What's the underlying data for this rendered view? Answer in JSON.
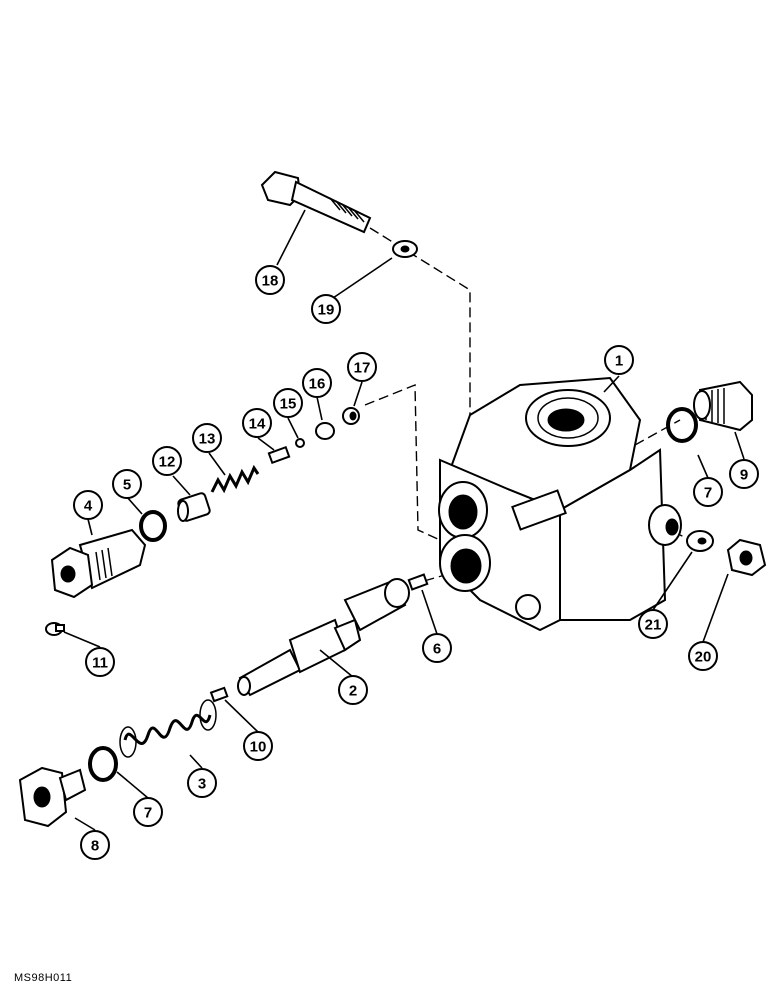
{
  "drawing_code": "MS98H011",
  "callouts": [
    {
      "id": "c1",
      "label": "1"
    },
    {
      "id": "c2",
      "label": "2"
    },
    {
      "id": "c3",
      "label": "3"
    },
    {
      "id": "c4",
      "label": "4"
    },
    {
      "id": "c5",
      "label": "5"
    },
    {
      "id": "c6",
      "label": "6"
    },
    {
      "id": "c7a",
      "label": "7"
    },
    {
      "id": "c7b",
      "label": "7"
    },
    {
      "id": "c8",
      "label": "8"
    },
    {
      "id": "c9",
      "label": "9"
    },
    {
      "id": "c10",
      "label": "10"
    },
    {
      "id": "c11",
      "label": "11"
    },
    {
      "id": "c12",
      "label": "12"
    },
    {
      "id": "c13",
      "label": "13"
    },
    {
      "id": "c14",
      "label": "14"
    },
    {
      "id": "c15",
      "label": "15"
    },
    {
      "id": "c16",
      "label": "16"
    },
    {
      "id": "c17",
      "label": "17"
    },
    {
      "id": "c18",
      "label": "18"
    },
    {
      "id": "c19",
      "label": "19"
    },
    {
      "id": "c20",
      "label": "20"
    },
    {
      "id": "c21",
      "label": "21"
    }
  ]
}
